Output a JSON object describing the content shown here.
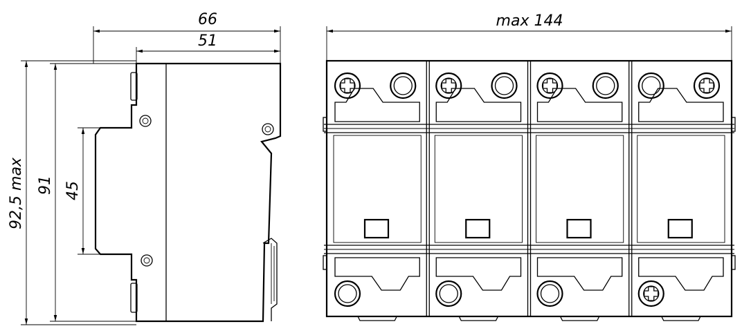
{
  "dimensions": {
    "side_depth_total": "66",
    "side_depth_body": "51",
    "side_height_max": "92,5 max",
    "side_height": "91",
    "din_rail_height": "45",
    "front_width_max": "max 144"
  }
}
